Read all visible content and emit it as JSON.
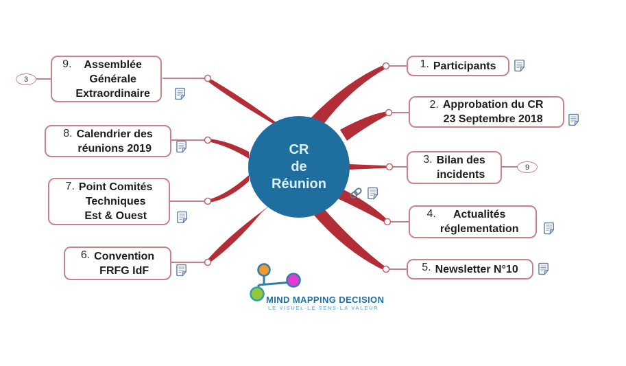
{
  "center": {
    "lines": [
      "CR",
      "de",
      "Réunion"
    ]
  },
  "topics": {
    "t1": {
      "number": "1.",
      "label": "Participants"
    },
    "t2": {
      "number": "2.",
      "label": "Approbation du CR\n23 Septembre 2018"
    },
    "t3": {
      "number": "3.",
      "label": "Bilan des\nincidents"
    },
    "t4": {
      "number": "4.",
      "label": "Actualités\nréglementation"
    },
    "t5": {
      "number": "5.",
      "label": "Newsletter N°10"
    },
    "t6": {
      "number": "6.",
      "label": "Convention\nFRFG IdF"
    },
    "t7": {
      "number": "7.",
      "label": "Point Comités\nTechniques\nEst & Ouest"
    },
    "t8": {
      "number": "8.",
      "label": "Calendrier des\nréunions 2019"
    },
    "t9": {
      "number": "9.",
      "label": "Assemblée\nGénérale\nExtraordinaire"
    }
  },
  "badges": {
    "box9_collapsed_count": "3",
    "box3_collapsed_count": "9"
  },
  "icons": {
    "notes": "notes-document-icon",
    "hyperlink": "hyperlink-chain-icon"
  },
  "logo": {
    "title": "MIND MAPPING DECISION",
    "tagline": "LE VISUEL-LE SENS-LA VALEUR"
  },
  "colors": {
    "branch_thick": "#b22d35",
    "branch_thin": "#b2565e",
    "box_border": "#cb8189",
    "center_fill": "#1e6f9f",
    "center_text": "#dceff8",
    "icon_blue": "#5d7ea8",
    "logo_blue": "#1d6fa5",
    "logo_light_blue": "#85b9d8",
    "logo_orange": "#f2992e",
    "logo_magenta": "#e23bd3",
    "logo_green": "#93c83d"
  }
}
